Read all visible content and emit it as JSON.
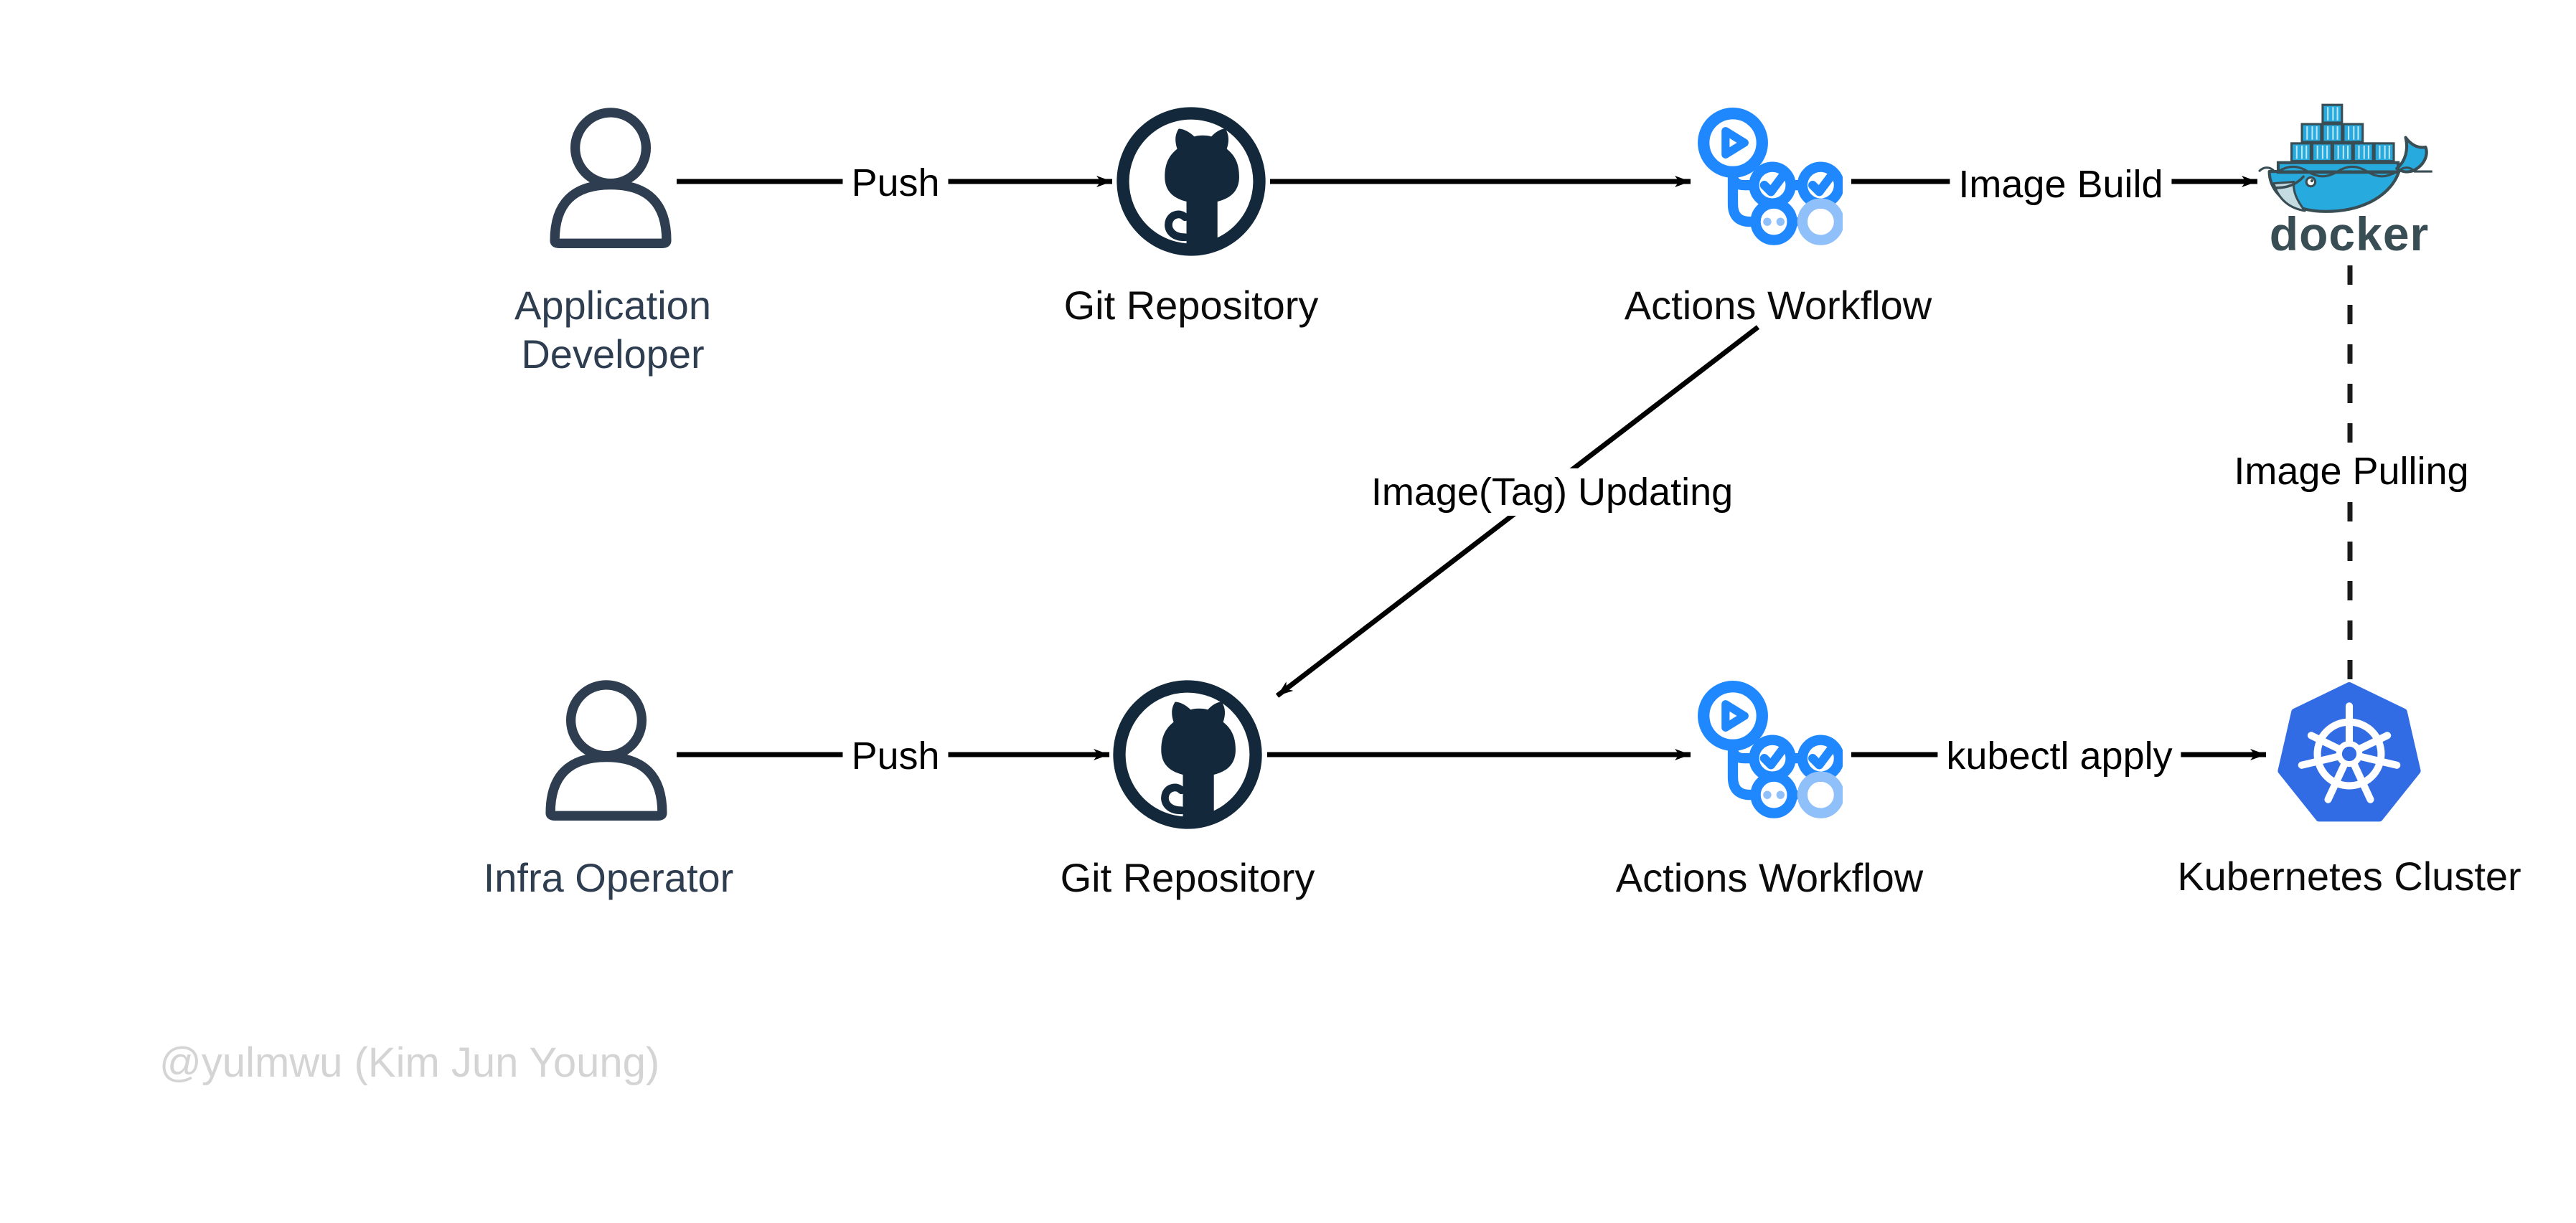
{
  "nodes": {
    "application_developer": {
      "label": "Application Developer"
    },
    "git_repository_top": {
      "label": "Git Repository"
    },
    "actions_workflow_top": {
      "label": "Actions Workflow"
    },
    "docker": {
      "label": "docker"
    },
    "infra_operator": {
      "label": "Infra Operator"
    },
    "git_repository_bottom": {
      "label": "Git Repository"
    },
    "actions_workflow_bottom": {
      "label": "Actions Workflow"
    },
    "kubernetes_cluster": {
      "label": "Kubernetes Cluster"
    }
  },
  "edges": {
    "push_top": {
      "label": "Push"
    },
    "push_bottom": {
      "label": "Push"
    },
    "image_build": {
      "label": "Image Build"
    },
    "image_tag_updating": {
      "label": "Image(Tag) Updating"
    },
    "kubectl_apply": {
      "label": "kubectl apply"
    },
    "image_pulling": {
      "label": "Image Pulling"
    }
  },
  "watermark": {
    "text": "@yulmwu (Kim Jun Young)"
  },
  "colors": {
    "github_navy": "#13293b",
    "person_navy": "#2e3e50",
    "actions_blue": "#2088ff",
    "actions_blue_faded": "#8fc0fa",
    "kubernetes_blue": "#326ce5",
    "docker_blue": "#27aadd",
    "docker_dark": "#394d54",
    "docker_belly": "#c4dbe1",
    "line_black": "#000000",
    "label_black": "#0b0b0b",
    "watermark_gray": "#d4d4d4"
  }
}
